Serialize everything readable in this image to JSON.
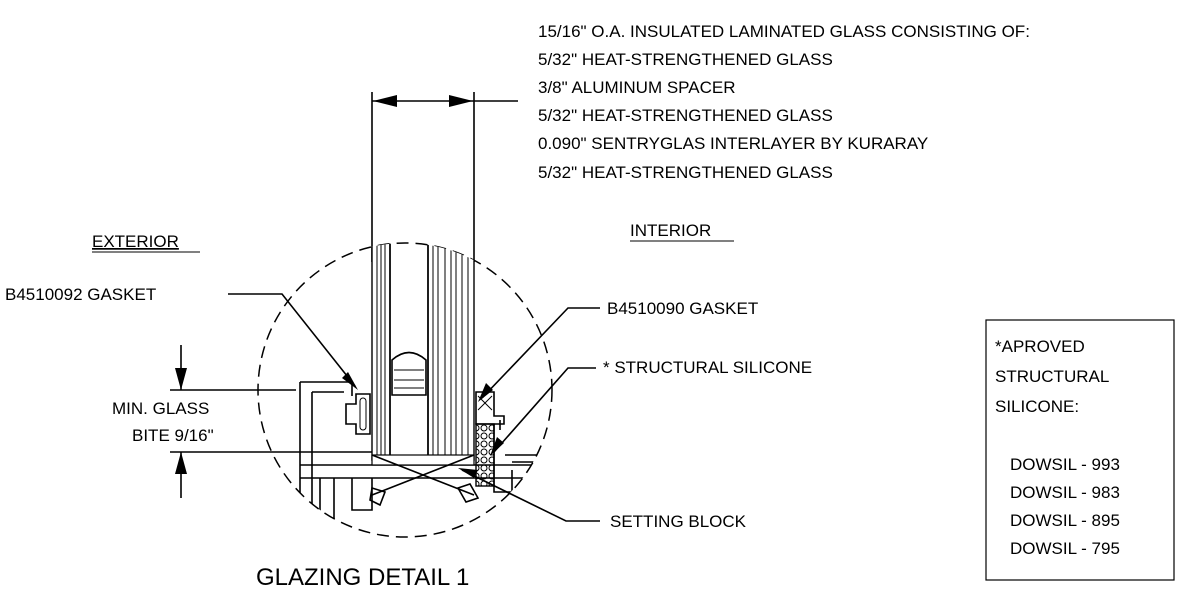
{
  "glass_spec": {
    "line1": "15/16\" O.A. INSULATED LAMINATED GLASS CONSISTING OF:",
    "line2": "5/32\" HEAT-STRENGTHENED GLASS",
    "line3": "3/8\" ALUMINUM SPACER",
    "line4": "5/32\" HEAT-STRENGTHENED GLASS",
    "line5": "0.090\" SENTRYGLAS INTERLAYER BY KURARAY",
    "line6": "5/32\" HEAT-STRENGTHENED GLASS"
  },
  "labels": {
    "exterior": "EXTERIOR",
    "interior": "INTERIOR",
    "gasket_ext": "B4510092 GASKET",
    "gasket_int": "B4510090 GASKET",
    "silicone": "* STRUCTURAL SILICONE",
    "bite_line1": "MIN. GLASS",
    "bite_line2": "BITE 9/16\"",
    "setting_block": "SETTING BLOCK",
    "title": "GLAZING DETAIL 1"
  },
  "note_box": {
    "line1": "*APROVED",
    "line2": "STRUCTURAL",
    "line3": "SILICONE:",
    "items": [
      "DOWSIL - 993",
      "DOWSIL - 983",
      "DOWSIL - 895",
      "DOWSIL - 795"
    ]
  }
}
